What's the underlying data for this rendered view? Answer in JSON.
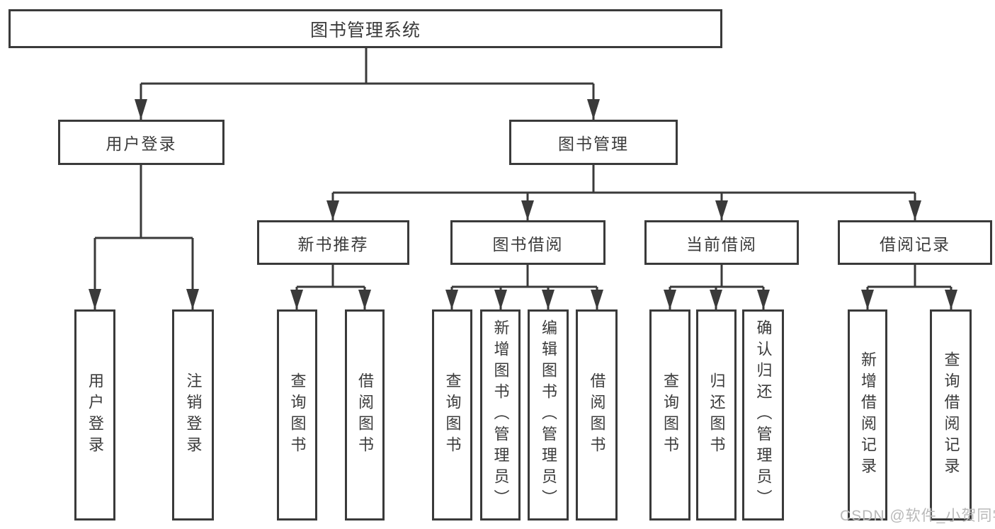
{
  "tree": {
    "root": {
      "label": "图书管理系统"
    },
    "branches": [
      {
        "label": "用户登录",
        "children": [
          {
            "label": "用户登录"
          },
          {
            "label": "注销登录"
          }
        ]
      },
      {
        "label": "图书管理",
        "children": [
          {
            "label": "新书推荐",
            "children": [
              {
                "label": "查询图书"
              },
              {
                "label": "借阅图书"
              }
            ]
          },
          {
            "label": "图书借阅",
            "children": [
              {
                "label": "查询图书"
              },
              {
                "label": "新增图书（管理员）"
              },
              {
                "label": "编辑图书（管理员）"
              },
              {
                "label": "借阅图书"
              }
            ]
          },
          {
            "label": "当前借阅",
            "children": [
              {
                "label": "查询图书"
              },
              {
                "label": "归还图书"
              },
              {
                "label": "确认归还（管理员）"
              }
            ]
          },
          {
            "label": "借阅记录",
            "children": [
              {
                "label": "新增借阅记录"
              },
              {
                "label": "查询借阅记录"
              }
            ]
          }
        ]
      }
    ]
  },
  "colors": {
    "line": "#3a3a3a",
    "text": "#3b3b3b",
    "background": "#ffffff",
    "watermark": "#b9b9b9"
  },
  "watermark": {
    "text": "CSDN @软件_小贺同学"
  }
}
